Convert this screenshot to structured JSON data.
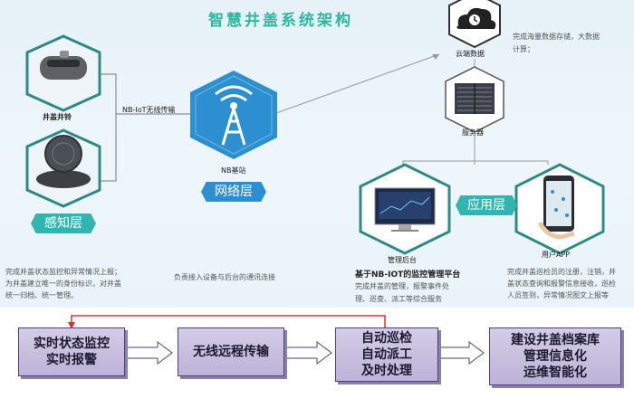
{
  "title": "智慧井盖系统架构",
  "nodes": {
    "sensor_label": "井盖井铃",
    "perception_layer": "感知层",
    "nb_link": "NB-IoT无线传输",
    "base_station": "NB基站",
    "network_layer": "网络层",
    "cloud_data": "云端数据",
    "server": "服务器",
    "application_layer": "应用层",
    "admin_backend": "管理后台",
    "user_app": "用户APP"
  },
  "descriptions": {
    "cloud_desc_1": "完成海量数据存储，大数据",
    "cloud_desc_2": "计算；",
    "perception_desc_1": "完成井盖状态监控和异常情况上报；",
    "perception_desc_2": "为井盖建立唯一的身份标识，对井盖",
    "perception_desc_3": "统一归档、统一管理。",
    "network_desc": "负责接入设备与后台的通讯连接",
    "platform_title": "基于NB-IOT的监控管理平台",
    "platform_desc_1": "完成井盖的管理，报警事件处",
    "platform_desc_2": "理、巡查、派工等综合服务",
    "app_desc_1": "完成井盖巡检员的注册，注销，井",
    "app_desc_2": "盖状态查询和报警信息接收，巡检",
    "app_desc_3": "人员签到，异常情况图文上报等"
  },
  "flow": [
    {
      "lines": [
        "实时状态监控",
        "实时报警"
      ]
    },
    {
      "lines": [
        "无线远程传输"
      ]
    },
    {
      "lines": [
        "自动巡检",
        "自动派工",
        "及时处理"
      ]
    },
    {
      "lines": [
        "建设井盖档案库",
        "管理信息化",
        "运维智能化"
      ]
    }
  ],
  "colors": {
    "teal": "#32b5b0",
    "blue": "#2c8fd0",
    "flow_box": "#c7bfe0",
    "feedback_line": "#d8332a"
  }
}
